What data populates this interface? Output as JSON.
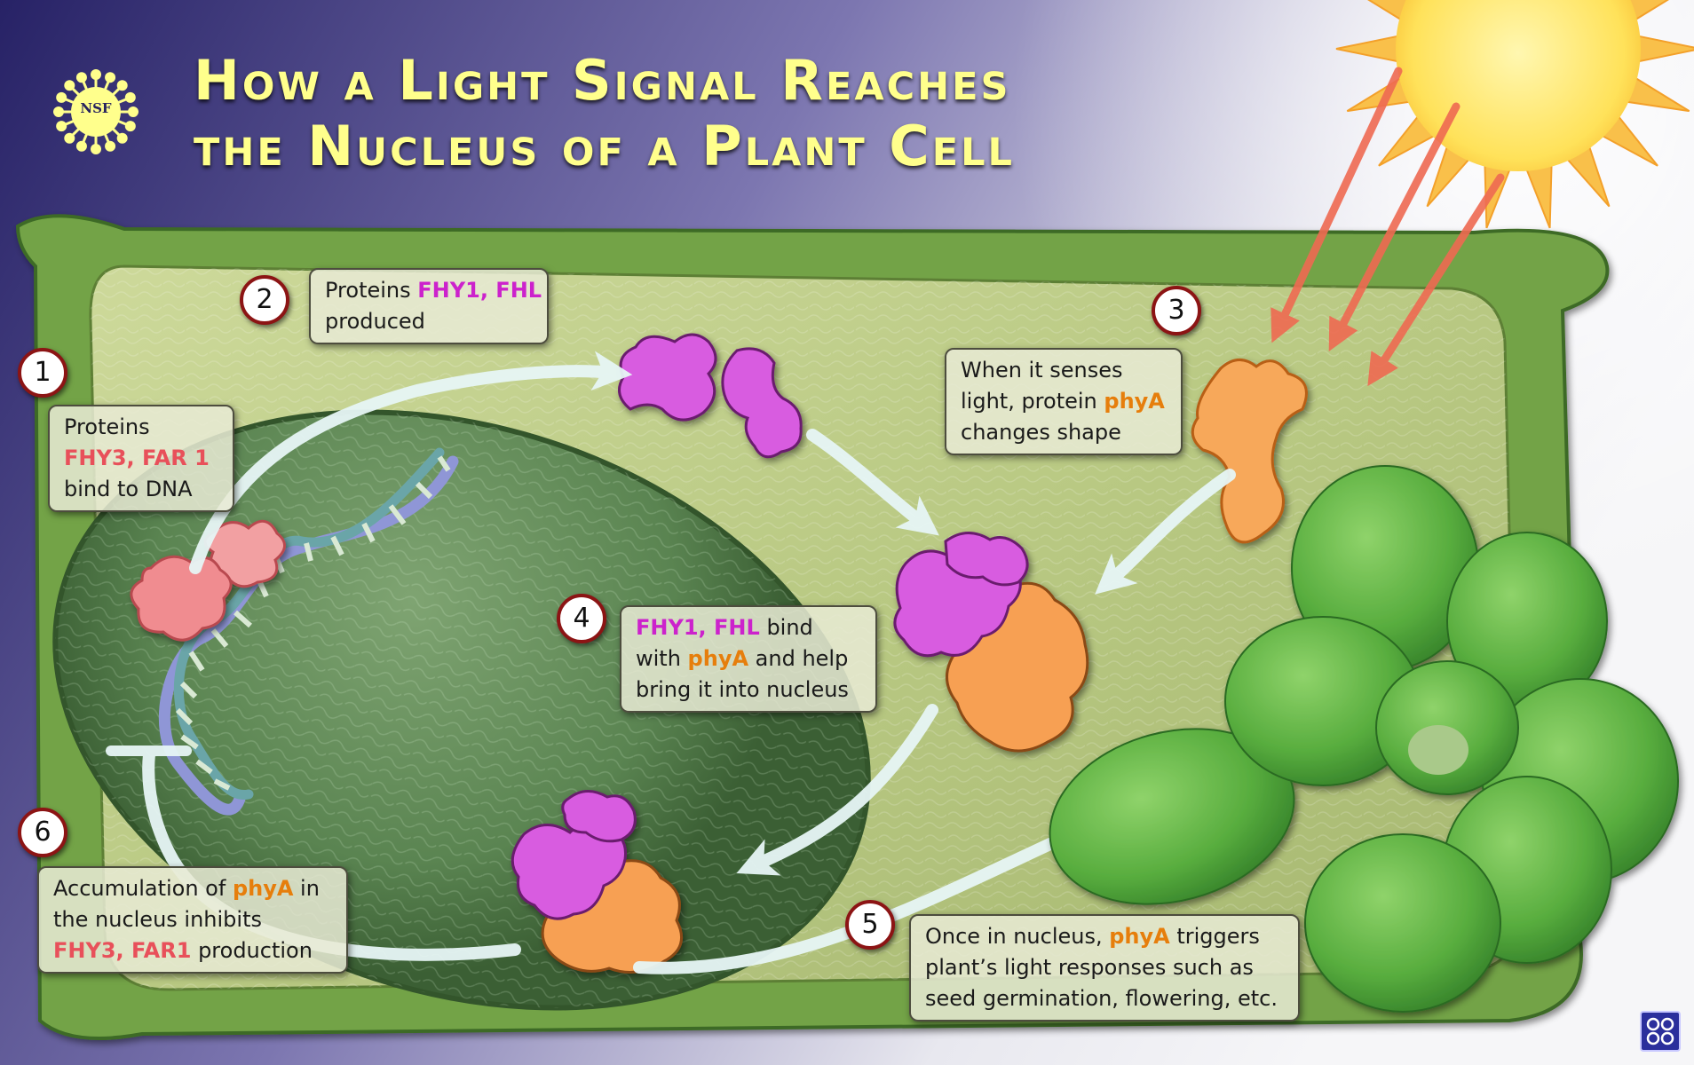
{
  "title": {
    "line1": "How a Light Signal Reaches",
    "line2": "the Nucleus of a Plant Cell"
  },
  "logo": {
    "text": "NSF"
  },
  "steps": [
    {
      "number": "1",
      "lines": [
        [
          {
            "t": "Proteins"
          }
        ],
        [
          {
            "t": "FHY3, FAR 1",
            "c": "r"
          }
        ],
        [
          {
            "t": "bind to DNA"
          }
        ]
      ]
    },
    {
      "number": "2",
      "lines": [
        [
          {
            "t": "Proteins "
          },
          {
            "t": "FHY1, FHL",
            "c": "m"
          }
        ],
        [
          {
            "t": "produced"
          }
        ]
      ]
    },
    {
      "number": "3",
      "lines": [
        [
          {
            "t": "When it senses"
          }
        ],
        [
          {
            "t": "light, protein "
          },
          {
            "t": "phyA",
            "c": "o"
          }
        ],
        [
          {
            "t": "changes shape"
          }
        ]
      ]
    },
    {
      "number": "4",
      "lines": [
        [
          {
            "t": "FHY1, FHL",
            "c": "m"
          },
          {
            "t": " bind"
          }
        ],
        [
          {
            "t": "with "
          },
          {
            "t": "phyA",
            "c": "o"
          },
          {
            "t": " and help"
          }
        ],
        [
          {
            "t": "bring it into nucleus"
          }
        ]
      ]
    },
    {
      "number": "5",
      "lines": [
        [
          {
            "t": "Once in nucleus, "
          },
          {
            "t": "phyA",
            "c": "o"
          },
          {
            "t": " triggers"
          }
        ],
        [
          {
            "t": "plant’s light responses such as"
          }
        ],
        [
          {
            "t": "seed germination, flowering, etc."
          }
        ]
      ]
    },
    {
      "number": "6",
      "lines": [
        [
          {
            "t": "Accumulation of "
          },
          {
            "t": "phyA",
            "c": "o"
          },
          {
            "t": " in"
          }
        ],
        [
          {
            "t": "the nucleus inhibits"
          }
        ],
        [
          {
            "t": "FHY3, FAR1",
            "c": "r"
          },
          {
            "t": " production"
          }
        ]
      ]
    }
  ],
  "colors": {
    "title": "#ffff8c",
    "fhy1_fhl_magenta": "#cc22cc",
    "phyA_orange": "#e67e0c",
    "fhy3_far1_red": "#e8505a",
    "step_number_ring": "#8c1414"
  },
  "icons": [
    "nsf-logo",
    "sun",
    "light-rays",
    "arabidopsis-plant",
    "dna-helix",
    "protein-shapes",
    "flow-arrows",
    "corner-logo"
  ]
}
